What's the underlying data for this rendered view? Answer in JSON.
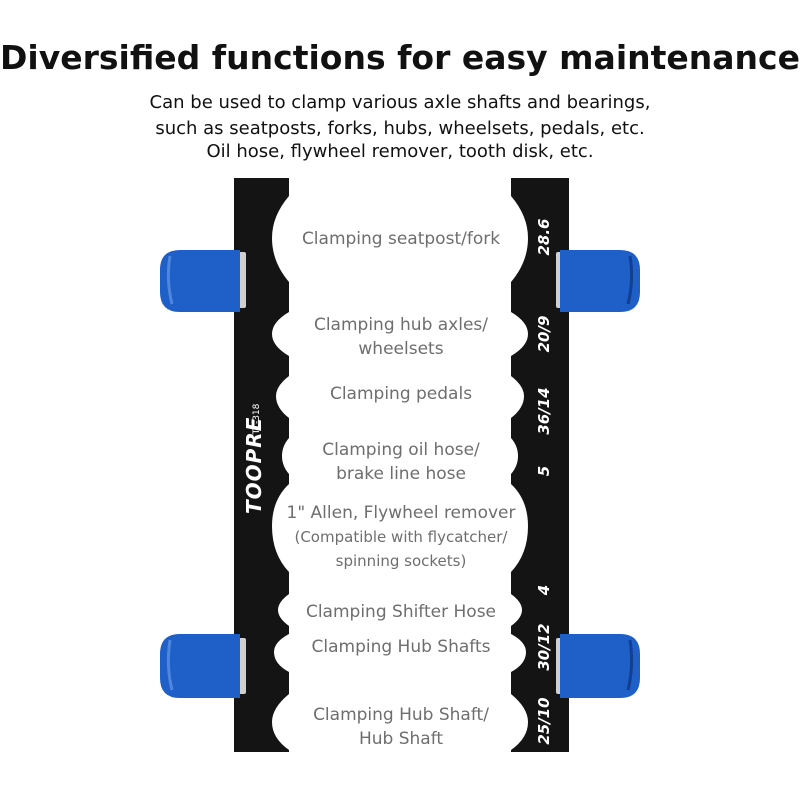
{
  "header": {
    "title": "Diversified functions for easy maintenance",
    "subtitle_lines": [
      "Can be used to clamp various axle shafts and bearings,",
      "such as seatposts, forks, hubs, wheelsets, pedals, etc.",
      "Oil hose, flywheel remover, tooth disk, etc."
    ]
  },
  "tool": {
    "brand": "TOOPRE",
    "model": "TL-318",
    "colors": {
      "bar": "#141414",
      "cap": "#1f5fc8",
      "cap_dark": "#123f8f",
      "label": "#6e6e6e"
    }
  },
  "functions": [
    {
      "label_lines": [
        "Clamping seatpost/fork"
      ],
      "size": "28.6"
    },
    {
      "label_lines": [
        "Clamping hub axles/",
        "wheelsets"
      ],
      "size": "20/9"
    },
    {
      "label_lines": [
        "Clamping pedals"
      ],
      "size": "36/14"
    },
    {
      "label_lines": [
        "Clamping oil hose/",
        "brake line hose"
      ],
      "size": "5"
    },
    {
      "label_lines": [
        "1\" Allen, Flywheel remover",
        "(Compatible with flycatcher/",
        "spinning sockets)"
      ],
      "size": ""
    },
    {
      "label_lines": [
        "Clamping Shifter Hose"
      ],
      "size": "4"
    },
    {
      "label_lines": [
        "Clamping Hub Shafts"
      ],
      "size": "30/12"
    },
    {
      "label_lines": [
        "Clamping Hub Shaft/",
        "Hub Shaft"
      ],
      "size": "25/10"
    }
  ]
}
